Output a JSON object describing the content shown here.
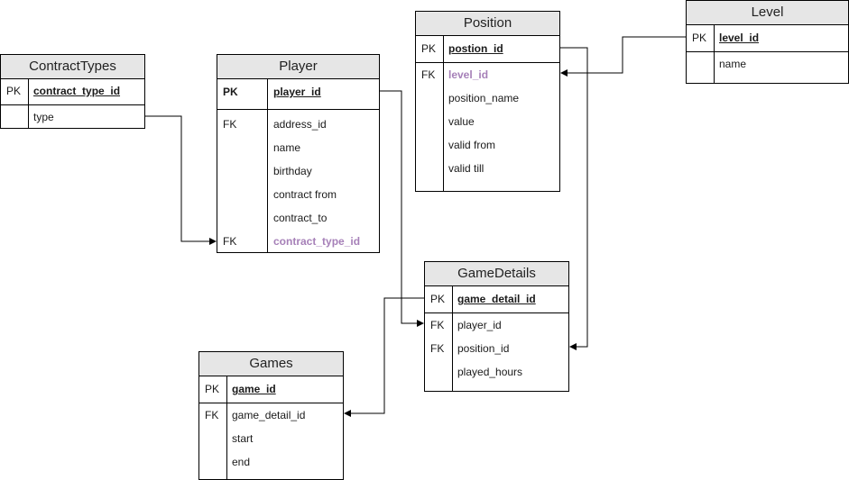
{
  "entities": {
    "contract_types": {
      "title": "ContractTypes",
      "pk": {
        "key": "PK",
        "name": "contract_type_id"
      },
      "rows": [
        {
          "key": "",
          "name": "type"
        }
      ]
    },
    "player": {
      "title": "Player",
      "pk": {
        "key": "PK",
        "name": "player_id"
      },
      "rows": [
        {
          "key": "FK",
          "name": "address_id"
        },
        {
          "key": "",
          "name": "name"
        },
        {
          "key": "",
          "name": "birthday"
        },
        {
          "key": "",
          "name": "contract from"
        },
        {
          "key": "",
          "name": "contract_to"
        },
        {
          "key": "FK",
          "name": "contract_type_id"
        }
      ]
    },
    "position": {
      "title": "Position",
      "pk": {
        "key": "PK",
        "name": "postion_id"
      },
      "rows": [
        {
          "key": "FK",
          "name": "level_id"
        },
        {
          "key": "",
          "name": "position_name"
        },
        {
          "key": "",
          "name": "value"
        },
        {
          "key": "",
          "name": "valid from"
        },
        {
          "key": "",
          "name": "valid till"
        }
      ]
    },
    "level": {
      "title": "Level",
      "pk": {
        "key": "PK",
        "name": "level_id"
      },
      "rows": [
        {
          "key": "",
          "name": "name"
        }
      ]
    },
    "game_details": {
      "title": "GameDetails",
      "pk": {
        "key": "PK",
        "name": "game_detail_id"
      },
      "rows": [
        {
          "key": "FK",
          "name": "player_id"
        },
        {
          "key": "FK",
          "name": "position_id"
        },
        {
          "key": "",
          "name": "played_hours"
        }
      ]
    },
    "games": {
      "title": "Games",
      "pk": {
        "key": "PK",
        "name": "game_id"
      },
      "rows": [
        {
          "key": "FK",
          "name": "game_detail_id"
        },
        {
          "key": "",
          "name": "start"
        },
        {
          "key": "",
          "name": "end"
        }
      ]
    }
  },
  "colors": {
    "header_fill": "#e6e6e6",
    "highlight_fk": "#a680b8",
    "line": "#000000"
  }
}
